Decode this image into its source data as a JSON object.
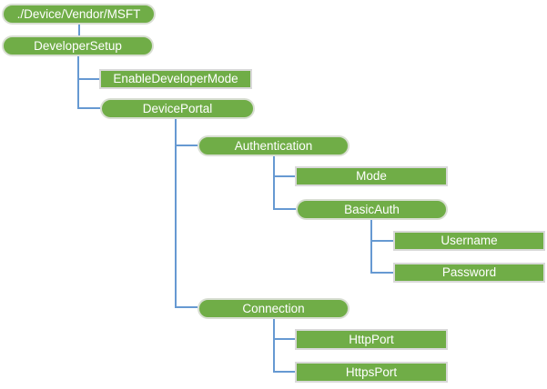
{
  "colors": {
    "node_fill": "#70AD47",
    "pill_border": "#D8DED2",
    "rect_border": "#D9D9D9",
    "connector": "#6699D2",
    "node_text": "#FFFFFF",
    "background": "#FFFFFF"
  },
  "tree": {
    "nodes": [
      {
        "label": "./Device/Vendor/MSFT",
        "shape": "rounded",
        "parent": null
      },
      {
        "label": "DeveloperSetup",
        "shape": "rounded",
        "parent": "./Device/Vendor/MSFT"
      },
      {
        "label": "EnableDeveloperMode",
        "shape": "rectangle",
        "parent": "DeveloperSetup"
      },
      {
        "label": "DevicePortal",
        "shape": "rounded",
        "parent": "DeveloperSetup"
      },
      {
        "label": "Authentication",
        "shape": "rounded",
        "parent": "DevicePortal"
      },
      {
        "label": "Mode",
        "shape": "rectangle",
        "parent": "Authentication"
      },
      {
        "label": "BasicAuth",
        "shape": "rounded",
        "parent": "Authentication"
      },
      {
        "label": "Username",
        "shape": "rectangle",
        "parent": "BasicAuth"
      },
      {
        "label": "Password",
        "shape": "rectangle",
        "parent": "BasicAuth"
      },
      {
        "label": "Connection",
        "shape": "rounded",
        "parent": "DevicePortal"
      },
      {
        "label": "HttpPort",
        "shape": "rectangle",
        "parent": "Connection"
      },
      {
        "label": "HttpsPort",
        "shape": "rectangle",
        "parent": "Connection"
      }
    ]
  }
}
